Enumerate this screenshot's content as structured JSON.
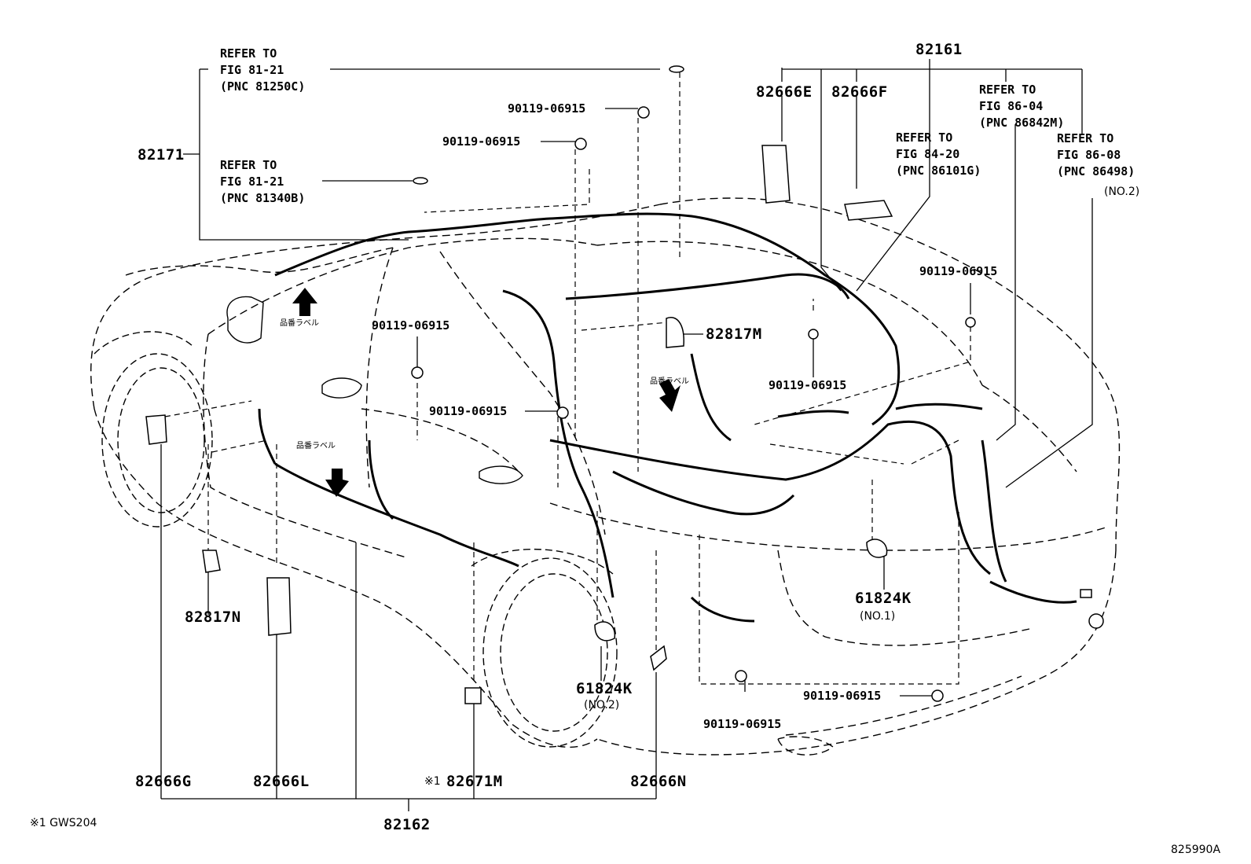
{
  "part_numbers": {
    "p82161": "82161",
    "p82171": "82171",
    "p82666E": "82666E",
    "p82666F": "82666F",
    "p82817M": "82817M",
    "p82817N": "82817N",
    "p61824K_1": "61824K",
    "p61824K_2": "61824K",
    "p82666G": "82666G",
    "p82666L": "82666L",
    "p82671M": "82671M",
    "p82666N": "82666N",
    "p82162": "82162"
  },
  "bolts": {
    "b1": "90119-06915",
    "b2": "90119-06915",
    "b3": "90119-06915",
    "b4": "90119-06915",
    "b5": "90119-06915",
    "b6": "90119-06915",
    "b7": "90119-06915",
    "b8": "90119-06915"
  },
  "refers": {
    "r1": {
      "l1": "REFER TO",
      "l2": "FIG 81-21",
      "l3": "(PNC 81250C)"
    },
    "r2": {
      "l1": "REFER TO",
      "l2": "FIG 81-21",
      "l3": "(PNC 81340B)"
    },
    "r3": {
      "l1": "REFER TO",
      "l2": "FIG 84-20",
      "l3": "(PNC 86101G)"
    },
    "r4": {
      "l1": "REFER TO",
      "l2": "FIG 86-04",
      "l3": "(PNC 86842M)"
    },
    "r5": {
      "l1": "REFER TO",
      "l2": "FIG 86-08",
      "l3": "(PNC 86498)"
    }
  },
  "notes": {
    "no2_top": "(NO.2)",
    "no1": "(NO.1)",
    "no2_bottom": "(NO.2)",
    "asterisk_mark": "※1",
    "footnote": "※1 GWS204",
    "drawing_id": "825990A"
  },
  "labels_jp": {
    "l1": "品番ラベル",
    "l2": "品番ラベル",
    "l3": "品番ラベル"
  }
}
